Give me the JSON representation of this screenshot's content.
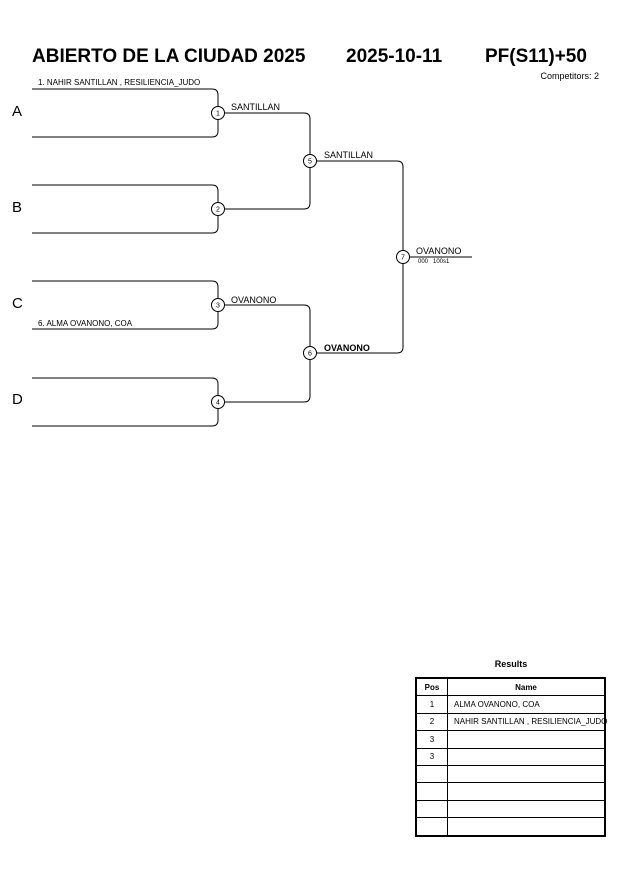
{
  "header": {
    "tournament": "ABIERTO DE LA CIUDAD 2025",
    "date": "2025-10-11",
    "category": "PF(S11)+50",
    "competitors": "Competitors: 2"
  },
  "pools": [
    "A",
    "B",
    "C",
    "D"
  ],
  "entries": {
    "top_A": "1. NAHIR SANTILLAN , RESILIENCIA_JUDO",
    "bottom_C": "6. ALMA OVANONO, COA"
  },
  "matches": {
    "m1": "1",
    "m2": "2",
    "m3": "3",
    "m4": "4",
    "m5": "5",
    "m6": "6",
    "m7": "7"
  },
  "winners": {
    "m1": "SANTILLAN",
    "m5": "SANTILLAN",
    "m3": "OVANONO",
    "m6": "OVANONO",
    "m7": "OVANONO",
    "m7_score": "000   100s1"
  },
  "results": {
    "title": "Results",
    "headers": [
      "Pos",
      "Name"
    ],
    "rows": [
      {
        "pos": "1",
        "name": "ALMA OVANONO, COA"
      },
      {
        "pos": "2",
        "name": "NAHIR SANTILLAN , RESILIENCIA_JUDO"
      },
      {
        "pos": "3",
        "name": ""
      },
      {
        "pos": "3",
        "name": ""
      },
      {
        "pos": "",
        "name": ""
      },
      {
        "pos": "",
        "name": ""
      },
      {
        "pos": "",
        "name": ""
      },
      {
        "pos": "",
        "name": ""
      }
    ]
  }
}
